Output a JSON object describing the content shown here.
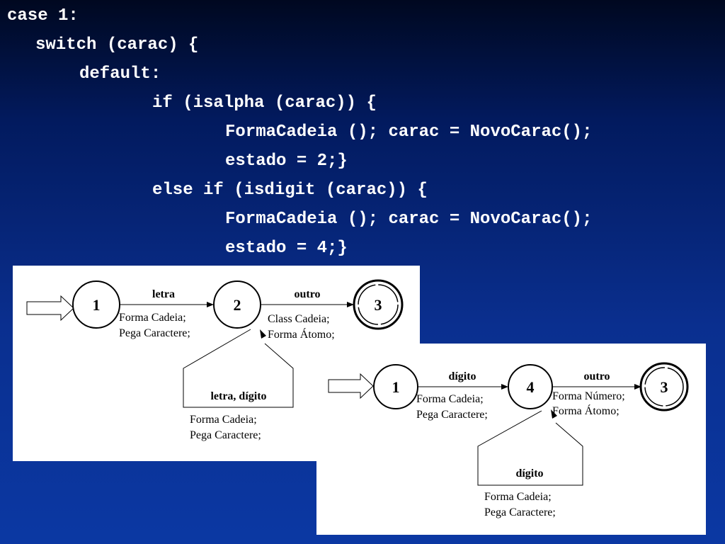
{
  "code": {
    "lines": [
      "case 1:",
      "switch (carac) {",
      "default:",
      "if (isalpha (carac)) {",
      "FormaCadeia (); carac = NovoCarac();",
      "estado = 2;}",
      "else if (isdigit (carac)) {",
      "FormaCadeia (); carac = NovoCarac();",
      "estado = 4;}"
    ]
  },
  "diagram_letters": {
    "states": [
      "1",
      "2",
      "3"
    ],
    "edge_1_2": {
      "label": "letra",
      "action_1": "Forma Cadeia;",
      "action_2": "Pega Caractere;"
    },
    "edge_2_3": {
      "label": "outro",
      "action_1": "Class Cadeia;",
      "action_2": "Forma Átomo;"
    },
    "loop_2": {
      "label": "letra, dígito",
      "action_1": "Forma Cadeia;",
      "action_2": "Pega Caractere;"
    }
  },
  "diagram_digits": {
    "states": [
      "1",
      "4",
      "3"
    ],
    "edge_1_4": {
      "label": "dígito",
      "action_1": "Forma Cadeia;",
      "action_2": "Pega Caractere;"
    },
    "edge_4_3": {
      "label": "outro",
      "action_1": "Forma Número;",
      "action_2": "Forma Átomo;"
    },
    "loop_4": {
      "label": "dígito",
      "action_1": "Forma Cadeia;",
      "action_2": "Pega Caractere;"
    }
  }
}
